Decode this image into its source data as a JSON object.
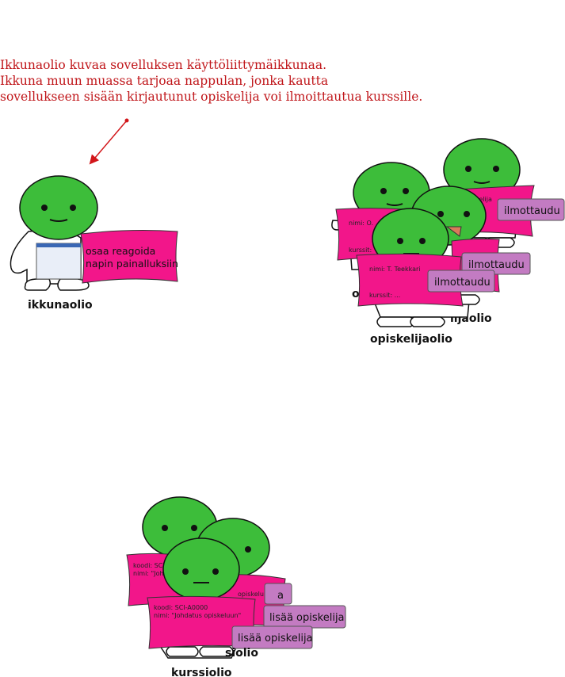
{
  "caption": {
    "line1": "Ikkunaolio kuvaa sovelluksen käyttöliittymäikkunaa.",
    "line2": "Ikkuna muun muassa tarjoaa nappulan, jonka kautta",
    "line3": "sovellukseen sisään kirjautunut opiskelija voi ilmoittautua kurssille."
  },
  "colors": {
    "caption": "#c0161a",
    "head": "#3dbd3a",
    "sign": "#f2168a",
    "button": "#c37bc2",
    "arrow": "#d2161a"
  },
  "window_object": {
    "label": "ikkunaolio",
    "sign_line1": "osaa reagoida",
    "sign_line2": "napin painalluksiin"
  },
  "student_objects": {
    "back_label": "lijaolio",
    "front_label": "opiskelijaolio",
    "partial_label": "o",
    "button": "ilmottaudu",
    "back_sign_name": "nimi: O.",
    "back_sign_courses": "kurssit:",
    "back_sign_fragment": "kelija",
    "front_sign_name": "nimi: T. Teekkari",
    "front_sign_courses": "kurssit: ..."
  },
  "course_objects": {
    "back_label": "siolio",
    "front_label": "kurssiolio",
    "button": "lisää opiskelija",
    "partial_button": "a",
    "back_sign_code": "koodi:  SCI-",
    "back_sign_name": "nimi: \"Joh",
    "mid_sign_name": "opiskeluun\"",
    "front_sign_code": "koodi:  SCI-A0000",
    "front_sign_name": "nimi: \"Johdatus opiskeluun\""
  }
}
